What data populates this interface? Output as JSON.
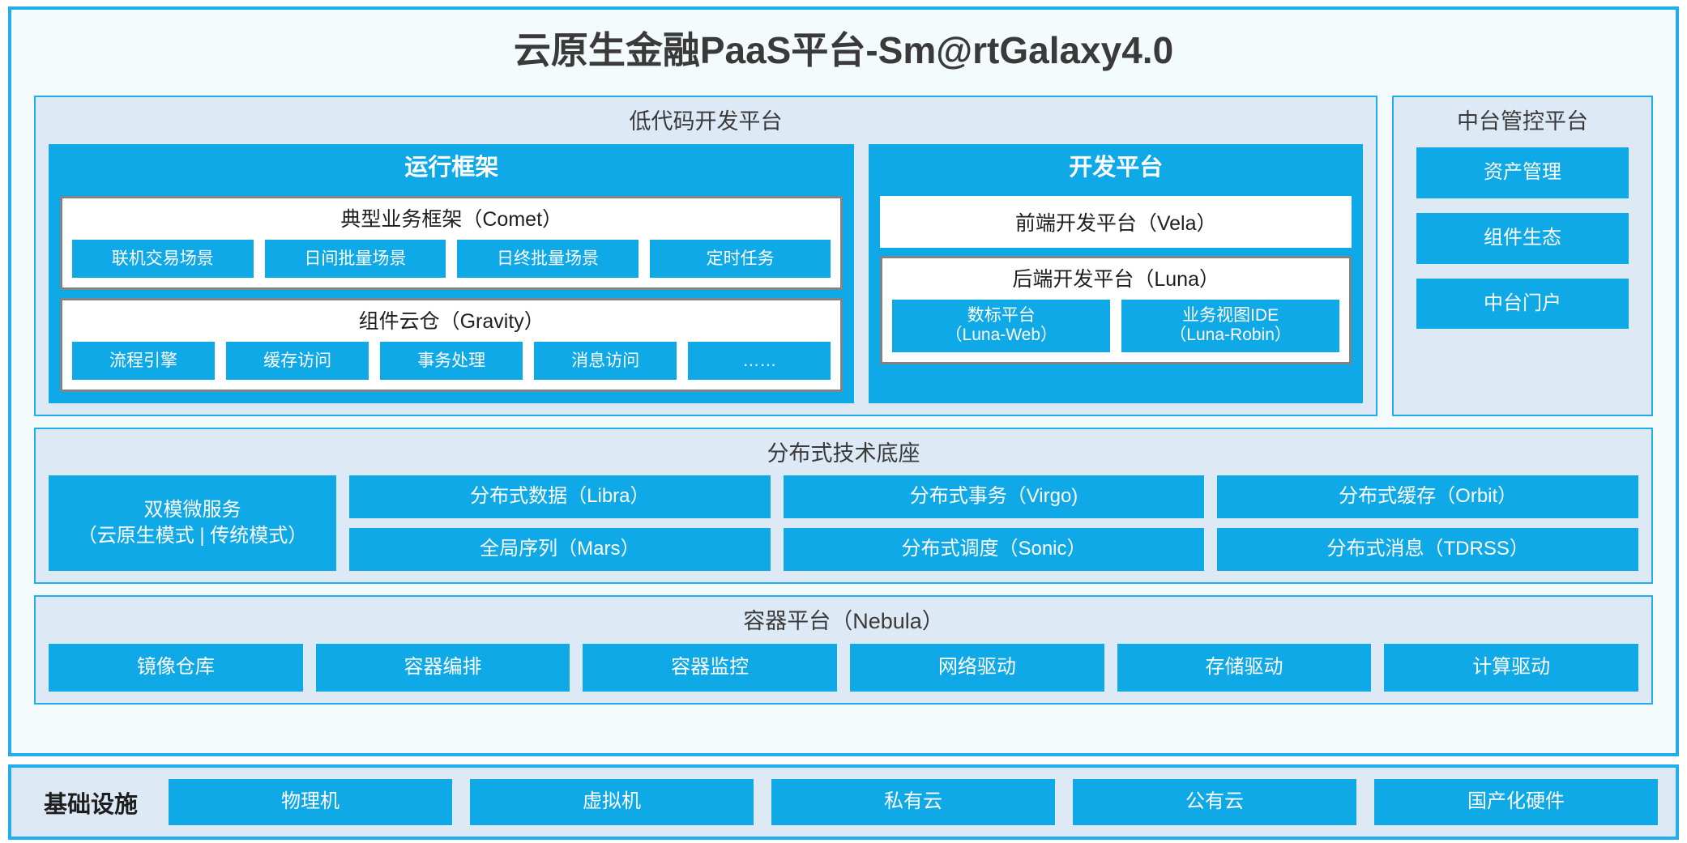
{
  "title": "云原生金融PaaS平台-Sm@rtGalaxy4.0",
  "colors": {
    "accent": "#0FA9E8",
    "border": "#22AEEC",
    "panel_bg": "#DDE9F5",
    "card_bg": "#F4FBFD",
    "inner_border": "#7F8489",
    "text_dark": "#3A3A3A",
    "text_white": "#FFFFFF"
  },
  "lowcode": {
    "title": "低代码开发平台",
    "runtime": {
      "title": "运行框架",
      "comet": {
        "title": "典型业务框架（Comet）",
        "items": [
          "联机交易场景",
          "日间批量场景",
          "日终批量场景",
          "定时任务"
        ]
      },
      "gravity": {
        "title": "组件云仓（Gravity）",
        "items": [
          "流程引擎",
          "缓存访问",
          "事务处理",
          "消息访问",
          "……"
        ]
      }
    },
    "devplat": {
      "title": "开发平台",
      "frontend": "前端开发平台（Vela）",
      "backend": {
        "title": "后端开发平台（Luna）",
        "items": [
          {
            "name": "数标平台",
            "code": "（Luna-Web）"
          },
          {
            "name": "业务视图IDE",
            "code": "（Luna-Robin）"
          }
        ]
      }
    }
  },
  "midplatform": {
    "title": "中台管控平台",
    "items": [
      "资产管理",
      "组件生态",
      "中台门户"
    ]
  },
  "distributed": {
    "title": "分布式技术底座",
    "left": {
      "line1": "双模微服务",
      "line2": "（云原生模式 | 传统模式）"
    },
    "columns": [
      [
        "分布式数据（Libra）",
        "全局序列（Mars）"
      ],
      [
        "分布式事务（Virgo)",
        "分布式调度（Sonic）"
      ],
      [
        "分布式缓存（Orbit）",
        "分布式消息（TDRSS）"
      ]
    ]
  },
  "container": {
    "title": "容器平台（Nebula）",
    "items": [
      "镜像仓库",
      "容器编排",
      "容器监控",
      "网络驱动",
      "存储驱动",
      "计算驱动"
    ]
  },
  "infrastructure": {
    "label": "基础设施",
    "items": [
      "物理机",
      "虚拟机",
      "私有云",
      "公有云",
      "国产化硬件"
    ]
  }
}
